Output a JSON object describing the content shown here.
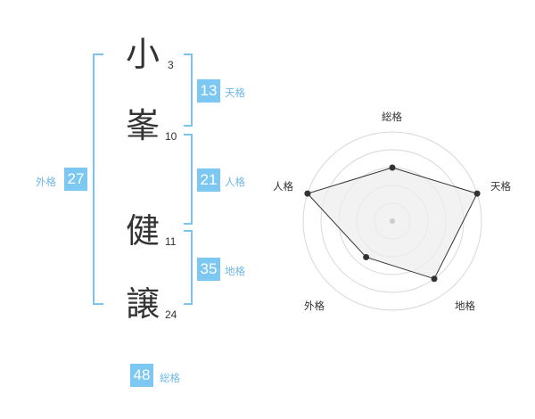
{
  "name": {
    "chars": [
      {
        "char": "小",
        "strokes": "3"
      },
      {
        "char": "峯",
        "strokes": "10"
      },
      {
        "char": "健",
        "strokes": "11"
      },
      {
        "char": "譲",
        "strokes": "24"
      }
    ]
  },
  "fortune": {
    "gaikaku": {
      "label": "外格",
      "value": "27"
    },
    "tenkaku": {
      "label": "天格",
      "value": "13"
    },
    "jinkaku": {
      "label": "人格",
      "value": "21"
    },
    "chikaku": {
      "label": "地格",
      "value": "35"
    },
    "soukaku": {
      "label": "総格",
      "value": "48"
    }
  },
  "chart_data": {
    "type": "radar",
    "axes": [
      "総格",
      "天格",
      "地格",
      "外格",
      "人格"
    ],
    "values": [
      3,
      5,
      4,
      2.5,
      5
    ],
    "rlim": [
      0,
      5
    ],
    "grid": true,
    "colors": {
      "ring": "#d8d8d8",
      "fill": "#eeeeee",
      "line": "#333333",
      "point": "#333333"
    }
  },
  "colors": {
    "accent": "#7cc8f2",
    "label": "#6fb8e6",
    "text": "#333333"
  }
}
